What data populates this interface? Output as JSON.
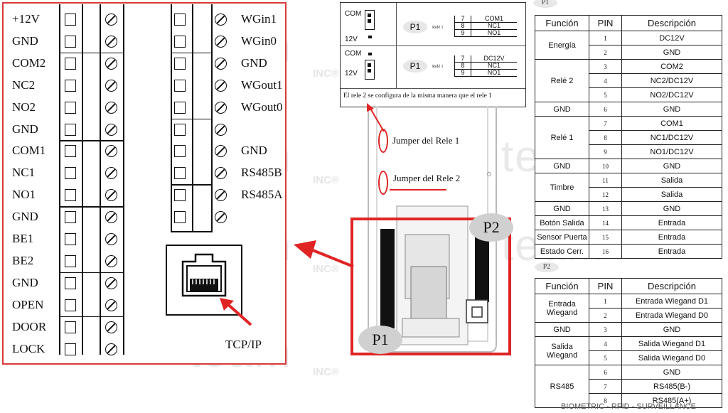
{
  "left_panel": {
    "terminal_labels": [
      "+12V",
      "GND",
      "COM2",
      "NC2",
      "NO2",
      "GND",
      "COM1",
      "NC1",
      "NO1",
      "GND",
      "BE1",
      "BE2",
      "GND",
      "OPEN",
      "DOOR",
      "LOCK"
    ],
    "right_labels": [
      "WGin1",
      "WGin0",
      "GND",
      "WGout1",
      "WGout0",
      "GND",
      "RS485B",
      "RS485A"
    ],
    "tcp_label": "TCP/IP"
  },
  "relay_panel": {
    "relay1": {
      "com": "COM",
      "v12": "12V",
      "p1": "P1",
      "rele": "Relé 1",
      "pins": [
        "7",
        "8",
        "9"
      ],
      "signals": [
        "COM1",
        "NC1",
        "NO1"
      ]
    },
    "relay2": {
      "com": "COM",
      "v12": "12V",
      "p1": "P1",
      "rele": "Relé 1",
      "pins": [
        "7",
        "8",
        "9"
      ],
      "signals": [
        "DC12V",
        "NC1",
        "NO1"
      ]
    },
    "note": "El rele 2 se configura de la misma manera que el rele 1"
  },
  "device": {
    "jumper1": "Jumper del Rele 1",
    "jumper2": "Jumper del Rele 2",
    "p2_label": "P2",
    "p1_label": "P1"
  },
  "table_p1": {
    "badge": "P1",
    "headers": [
      "Función",
      "PIN",
      "Descripción"
    ],
    "rows": [
      {
        "func": "Energía",
        "pin": "1",
        "desc": "DC12V"
      },
      {
        "func": "",
        "pin": "2",
        "desc": "GND"
      },
      {
        "func": "Relé 2",
        "pin": "3",
        "desc": "COM2"
      },
      {
        "func": "",
        "pin": "4",
        "desc": "NC2/DC12V"
      },
      {
        "func": "",
        "pin": "5",
        "desc": "NO2/DC12V"
      },
      {
        "func": "GND",
        "pin": "6",
        "desc": "GND"
      },
      {
        "func": "Relé 1",
        "pin": "7",
        "desc": "COM1"
      },
      {
        "func": "",
        "pin": "8",
        "desc": "NC1/DC12V"
      },
      {
        "func": "",
        "pin": "9",
        "desc": "NO1/DC12V"
      },
      {
        "func": "GND",
        "pin": "10",
        "desc": "GND"
      },
      {
        "func": "Timbre",
        "pin": "11",
        "desc": "Salida"
      },
      {
        "func": "",
        "pin": "12",
        "desc": "Salida"
      },
      {
        "func": "GND",
        "pin": "13",
        "desc": "GND"
      },
      {
        "func": "Botón Salida",
        "pin": "14",
        "desc": "Entrada"
      },
      {
        "func": "Sensor Puerta",
        "pin": "15",
        "desc": "Entrada"
      },
      {
        "func": "Estado Cerr.",
        "pin": "16",
        "desc": "Entrada"
      }
    ]
  },
  "table_p2": {
    "badge": "P2",
    "headers": [
      "Función",
      "PIN",
      "Descripción"
    ],
    "rows": [
      {
        "func": "Entrada Wiegand",
        "pin": "1",
        "desc": "Entrada Wiegand D1"
      },
      {
        "func": "",
        "pin": "2",
        "desc": "Entrada Wiegand D0"
      },
      {
        "func": "GND",
        "pin": "3",
        "desc": "GND"
      },
      {
        "func": "Salida Wiegand",
        "pin": "4",
        "desc": "Salida Wiegand D1"
      },
      {
        "func": "",
        "pin": "5",
        "desc": "Salida Wiegand D0"
      },
      {
        "func": "RS485",
        "pin": "6",
        "desc": "GND"
      },
      {
        "func": "",
        "pin": "7",
        "desc": "RS485(B-)"
      },
      {
        "func": "",
        "pin": "8",
        "desc": "RS485(A+)"
      }
    ]
  },
  "watermark": {
    "word": "team",
    "inc": "INC®",
    "footer": "BIOMETRIC - RFID - SURVEILLANCE"
  },
  "colors": {
    "red": "#e02424",
    "frame": "#d93a3a"
  }
}
